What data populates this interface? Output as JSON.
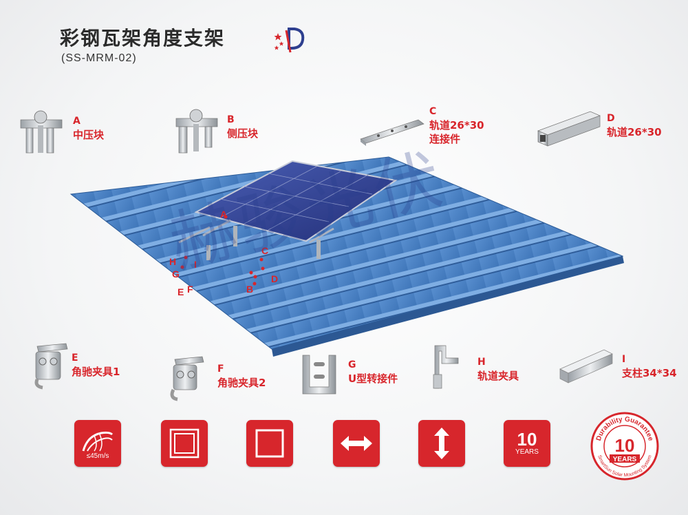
{
  "header": {
    "title": "彩钢瓦架角度支架",
    "model": "(SS-MRM-02)"
  },
  "products_top": [
    {
      "letter": "A",
      "name": "中压块"
    },
    {
      "letter": "B",
      "name": "侧压块"
    },
    {
      "letter": "C",
      "name": "轨道26*30",
      "name2": "连接件"
    },
    {
      "letter": "D",
      "name": "轨道26*30"
    }
  ],
  "products_bottom": [
    {
      "letter": "E",
      "name": "角驰夹具1"
    },
    {
      "letter": "F",
      "name": "角驰夹具2"
    },
    {
      "letter": "G",
      "name": "U型转接件"
    },
    {
      "letter": "H",
      "name": "轨道夹具"
    },
    {
      "letter": "I",
      "name": "支柱34*34"
    }
  ],
  "callouts": {
    "A": "A",
    "B": "B",
    "C": "C",
    "D": "D",
    "E": "E",
    "F": "F",
    "G": "G",
    "H": "H",
    "I": "I"
  },
  "watermark": "赫骏光伏",
  "features": {
    "wind": "≤45m/s",
    "years_num": "10",
    "years_txt": "YEARS"
  },
  "badge": {
    "top_text": "Durability Guarantee",
    "num": "10",
    "years": "YEARS",
    "bottom_text": "SmartSun Solar Mounting System"
  },
  "colors": {
    "accent": "#d7262c",
    "roof": "#4f86c8",
    "panel": "#2c3c8a"
  }
}
